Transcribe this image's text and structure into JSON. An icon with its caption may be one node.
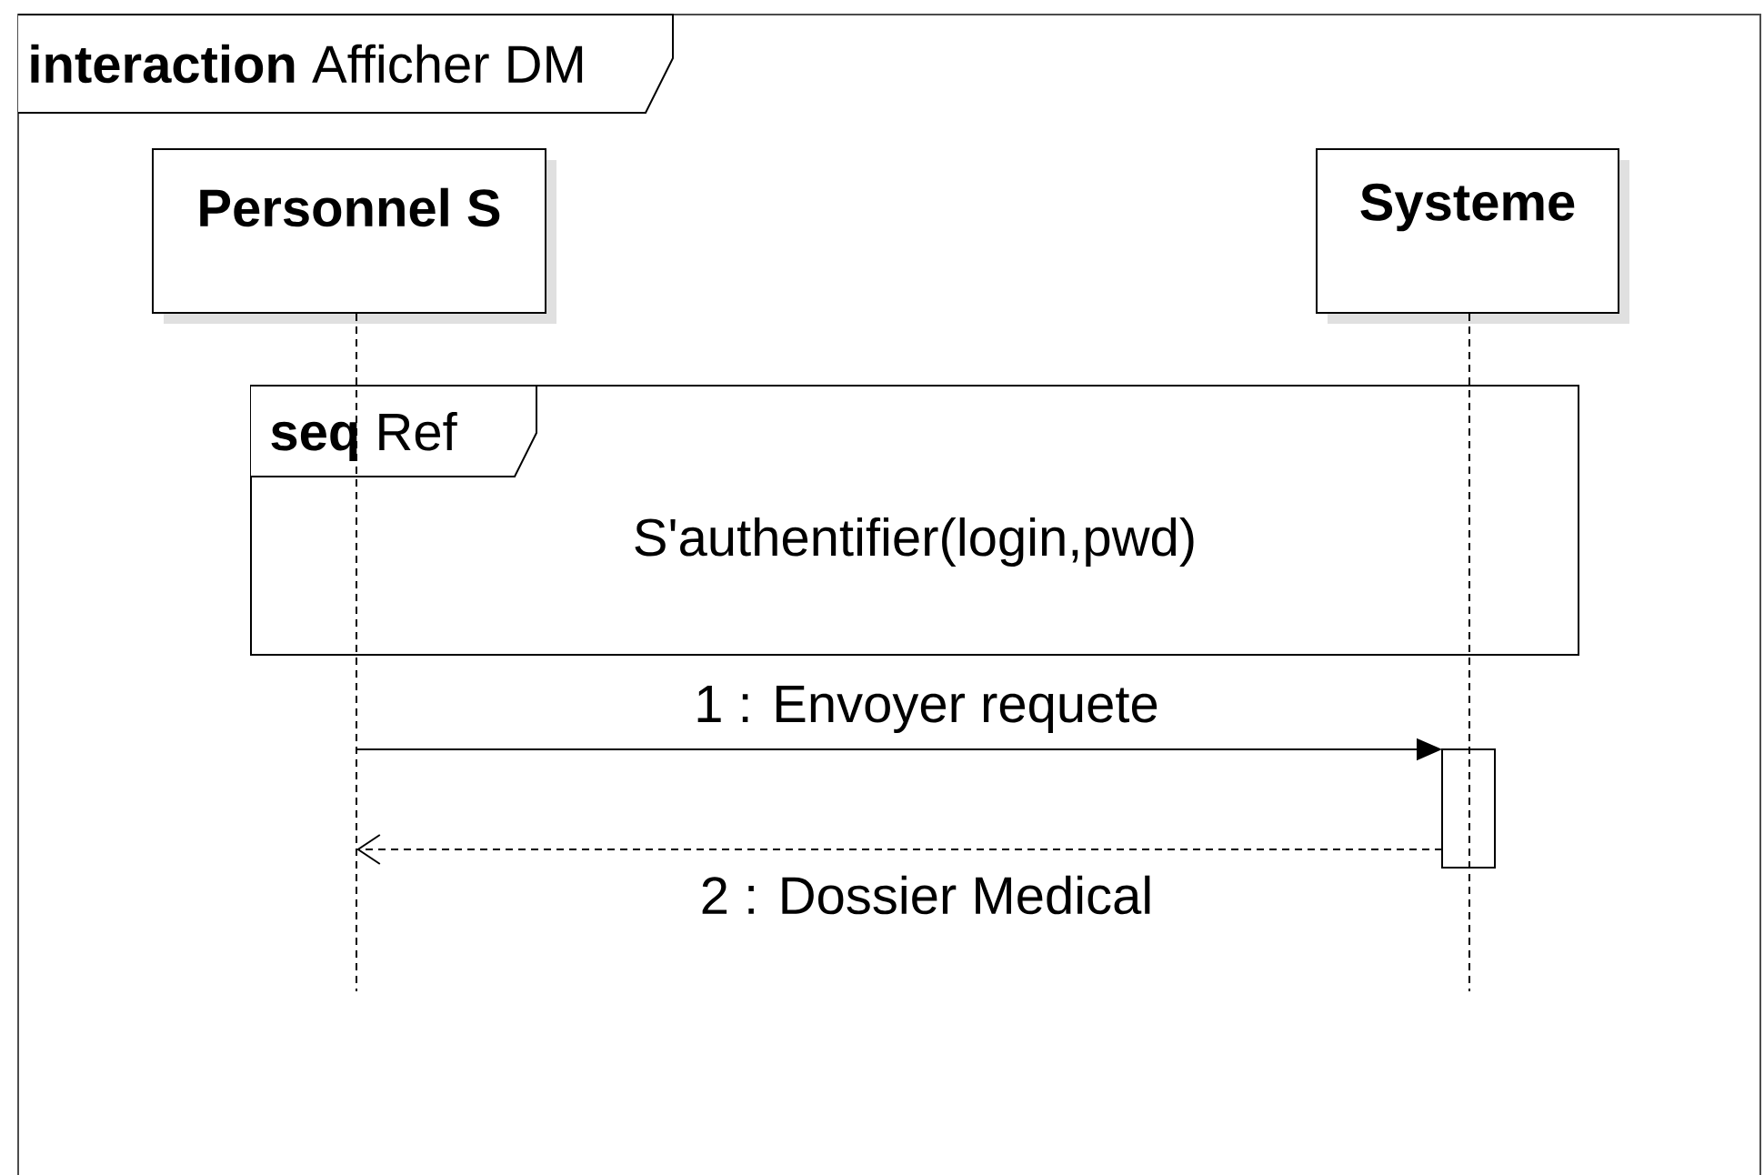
{
  "diagram": {
    "nodes": [
      {
        "text": [
          "**interaction** Afficher DM"
        ]
      },
      {
        "text": [
          "Personnel S"
        ],
        "in": 0
      },
      {
        "text": [
          "Systeme"
        ],
        "in": 0
      },
      {
        "text": [
          "**seq** Ref",
          "S'authentifier(login,pwd)"
        ],
        "in": 0
      },
      {
        "text": [],
        "shape": "bar",
        "in": 0
      }
    ],
    "edges": [
      {
        "from": 1,
        "to": null,
        "arrow": "none",
        "style": "dashed"
      },
      {
        "from": 2,
        "to": null,
        "arrow": "none",
        "style": "dashed"
      },
      {
        "from": null,
        "to": 4,
        "arrow": "to",
        "label": "1 : Envoyer requete"
      },
      {
        "from": 4,
        "to": null,
        "arrow": "to",
        "label": "2 : Dossier Medical",
        "style": "dashed"
      }
    ]
  }
}
